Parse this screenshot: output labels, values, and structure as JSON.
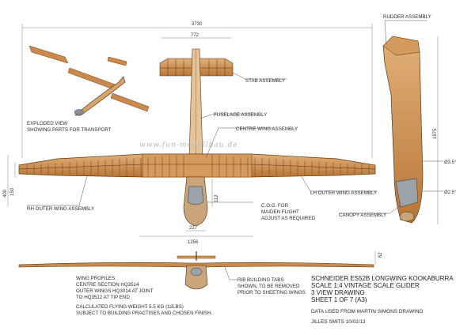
{
  "watermark": "www.fun-modellbau.de",
  "dimensions": {
    "span": "3730",
    "stab_span": "772",
    "height": "1975",
    "width_400": "400",
    "width_150": "150",
    "d112": "112",
    "d227": "227",
    "d1256": "1256",
    "d62": "62",
    "dia_35": "Ø3.5°",
    "dia_25": "Ø2.5°"
  },
  "labels": {
    "rudder": "RUDDER ASSEMBLY",
    "stab": "STAB ASSEMBLY",
    "fuselage": "FUSELAGE ASSEMBLY",
    "centre_wing": "CENTRE WING ASSEMBLY",
    "lh_wing": "LH OUTER WING ASSEMBLY",
    "rh_wing": "RH OUTER WING ASSEMBLY",
    "canopy": "CANOPY ASSEMBLY",
    "exploded_1": "EXPLODED VIEW",
    "exploded_2": "SHOWING PARTS FOR TRANSPORT",
    "cog_1": "C.O.G. FOR",
    "cog_2": "MAIDEN FLIGHT",
    "cog_3": "ADJUST AS REQUIRED",
    "ribtabs_1": "RIB BUILDING TABS",
    "ribtabs_2": "SHOWN, TO BE REMOVED",
    "ribtabs_3": "PRIOR TO SHEETING WINGS"
  },
  "notes": {
    "profiles_1": "WING PROFILES",
    "profiles_2": "CENTRE SECTION HQ3514",
    "profiles_3": "OUTER WINGS HQ3014 AT JOINT",
    "profiles_4": "TO HQ3512 AT TIP END",
    "weight_1": "CALCULATED FLYING WEIGHT 5.5 KG (12LBS)",
    "weight_2": "SUBJECT TO BUILDING PRACTISES AND CHOSEN FINISH."
  },
  "title_block": {
    "line1": "SCHNEIDER ES52B LONGWING KOOKABURRA",
    "line2": "SCALE 1:4 VINTAGE SCALE GLIDER",
    "line3": "3 VIEW DRAWING",
    "line4": "SHEET 1 OF 7 (A3)",
    "source": "DATA USED FROM  MARTIN SIMONS DRAWING",
    "author": "JILLES SMITS 10/02/13"
  }
}
